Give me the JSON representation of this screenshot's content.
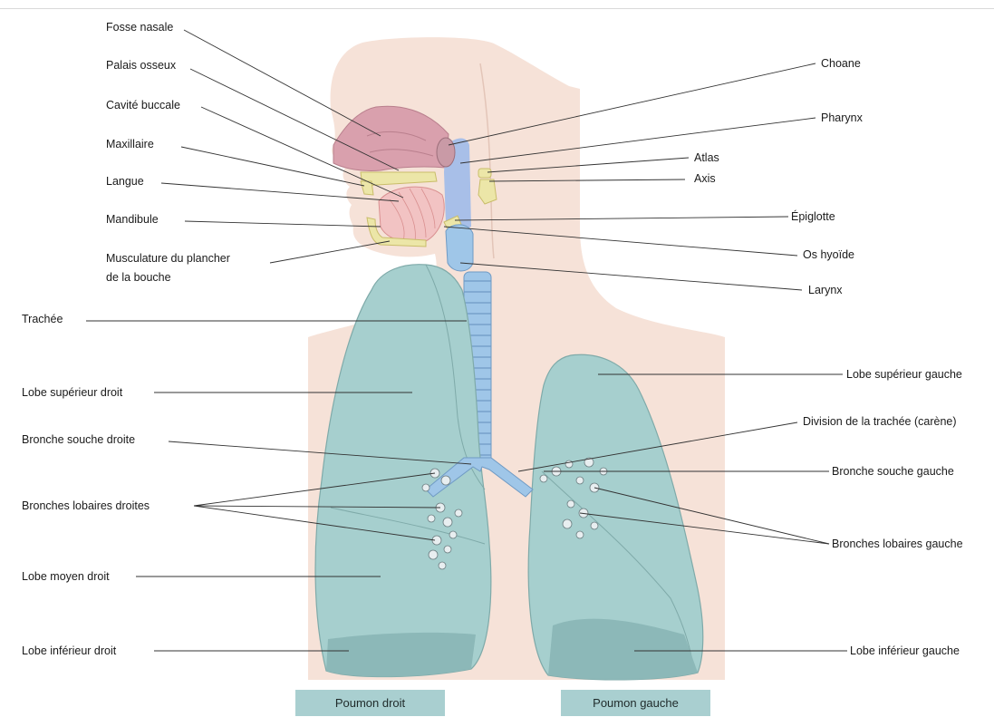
{
  "colors": {
    "background": "#ffffff",
    "skin": "#f6e2d8",
    "nose": "#d9a0ad",
    "bone": "#ece6a8",
    "tongue": "#f2c3c3",
    "airway": "#a8bfe8",
    "trachea": "#9fc6e8",
    "lung": "#a6cfce",
    "lung_dark": "#8cb8b8",
    "caption": "#a9cfd0",
    "leader_line": "#333333"
  },
  "labels": {
    "left": [
      {
        "id": "fosse-nasale",
        "text": "Fosse nasale"
      },
      {
        "id": "palais-osseux",
        "text": "Palais osseux"
      },
      {
        "id": "cavite-buccale",
        "text": "Cavité buccale"
      },
      {
        "id": "maxillaire",
        "text": "Maxillaire"
      },
      {
        "id": "langue",
        "text": "Langue"
      },
      {
        "id": "mandibule",
        "text": "Mandibule"
      },
      {
        "id": "musculature-1",
        "text": "Musculature du plancher"
      },
      {
        "id": "musculature-2",
        "text": "de la bouche"
      },
      {
        "id": "trachee",
        "text": "Trachée"
      },
      {
        "id": "lobe-sup-droit",
        "text": "Lobe supérieur droit"
      },
      {
        "id": "bronche-souche-droite",
        "text": "Bronche souche droite"
      },
      {
        "id": "bronches-lobaires-droites",
        "text": "Bronches lobaires droites"
      },
      {
        "id": "lobe-moyen-droit",
        "text": "Lobe moyen droit"
      },
      {
        "id": "lobe-inf-droit",
        "text": "Lobe inférieur droit"
      }
    ],
    "right": [
      {
        "id": "choane",
        "text": "Choane"
      },
      {
        "id": "pharynx",
        "text": "Pharynx"
      },
      {
        "id": "atlas",
        "text": "Atlas"
      },
      {
        "id": "axis",
        "text": "Axis"
      },
      {
        "id": "epiglotte",
        "text": "Épiglotte"
      },
      {
        "id": "os-hyoide",
        "text": "Os hyoïde"
      },
      {
        "id": "larynx",
        "text": "Larynx"
      },
      {
        "id": "lobe-sup-gauche",
        "text": "Lobe supérieur gauche"
      },
      {
        "id": "division-trachee",
        "text": "Division de la trachée (carène)"
      },
      {
        "id": "bronche-souche-gauche",
        "text": "Bronche souche gauche"
      },
      {
        "id": "bronches-lobaires-gauche",
        "text": "Bronches lobaires gauche"
      },
      {
        "id": "lobe-inf-gauche",
        "text": "Lobe inférieur gauche"
      }
    ]
  },
  "captions": {
    "right_lung": "Poumon droit",
    "left_lung": "Poumon gauche"
  }
}
